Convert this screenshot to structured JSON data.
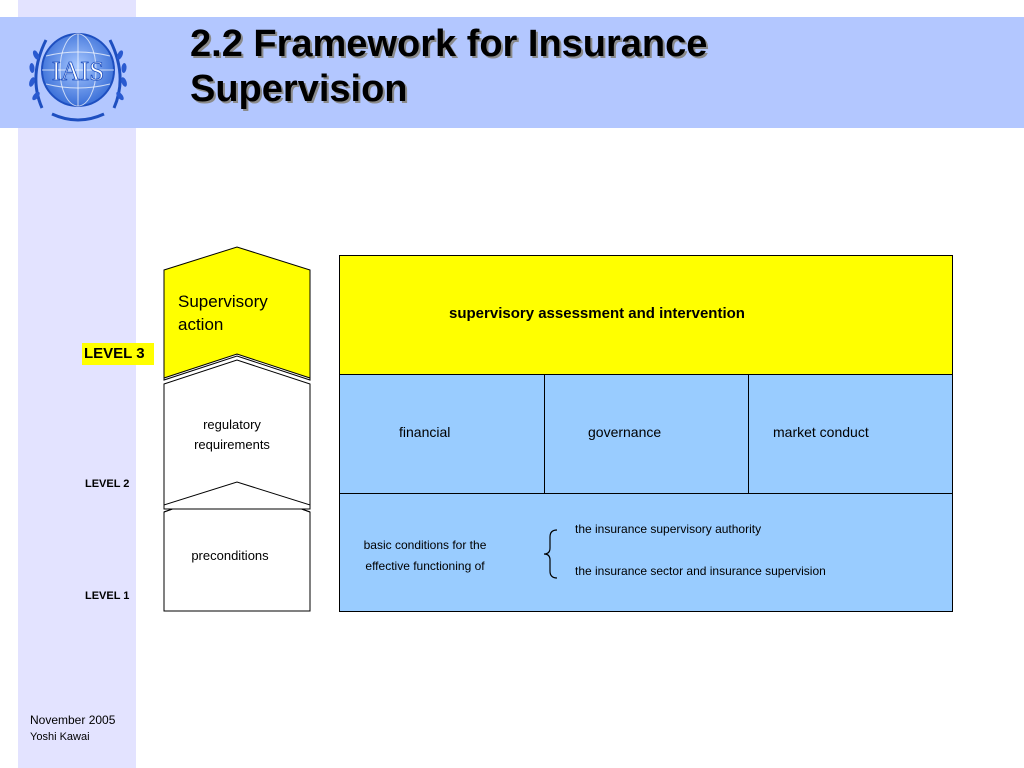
{
  "slide": {
    "title_line1": "2.2 Framework for Insurance",
    "title_line2": "Supervision",
    "logo_text": "IAIS"
  },
  "levels": {
    "level3": "LEVEL 3",
    "level2": "LEVEL 2",
    "level1": "LEVEL 1"
  },
  "pentagons": {
    "action_line1": "Supervisory",
    "action_line2": "action",
    "regulatory_line1": "regulatory",
    "regulatory_line2": "requirements",
    "preconditions": "preconditions"
  },
  "boxes": {
    "assessment": "supervisory assessment and intervention",
    "financial": "financial",
    "governance": "governance",
    "market_conduct": "market conduct",
    "basic_line1": "basic conditions for the",
    "basic_line2": "effective functioning of",
    "authority": "the insurance supervisory authority",
    "sector": "the insurance sector and insurance supervision"
  },
  "footer": {
    "date": "November 2005",
    "author": "Yoshi Kawai"
  },
  "colors": {
    "yellow": "#ffff00",
    "light_blue": "#99ccff",
    "header_band": "#b3c7ff",
    "sidebar": "#e3e3ff"
  }
}
